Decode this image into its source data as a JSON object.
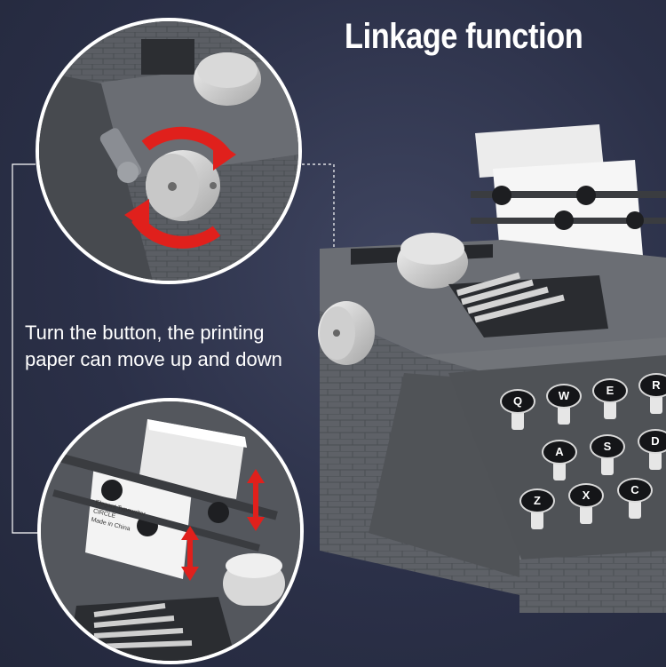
{
  "header": {
    "title": "Linkage function"
  },
  "caption": {
    "line1": "Turn the button, the printing",
    "line2": "paper can move up and down"
  },
  "paper_label": {
    "line1": "Elegant Typewriter",
    "line2": "CIRCLE",
    "line3": "Made in China"
  },
  "keys": {
    "row1": [
      "Q",
      "W",
      "E",
      "R"
    ],
    "row2": [
      "A",
      "S",
      "D"
    ],
    "row3": [
      "Z",
      "X",
      "C"
    ]
  },
  "colors": {
    "arrow_red": "#e0201c",
    "brick_gray": "#5a5d63",
    "background": "#2b3048"
  }
}
